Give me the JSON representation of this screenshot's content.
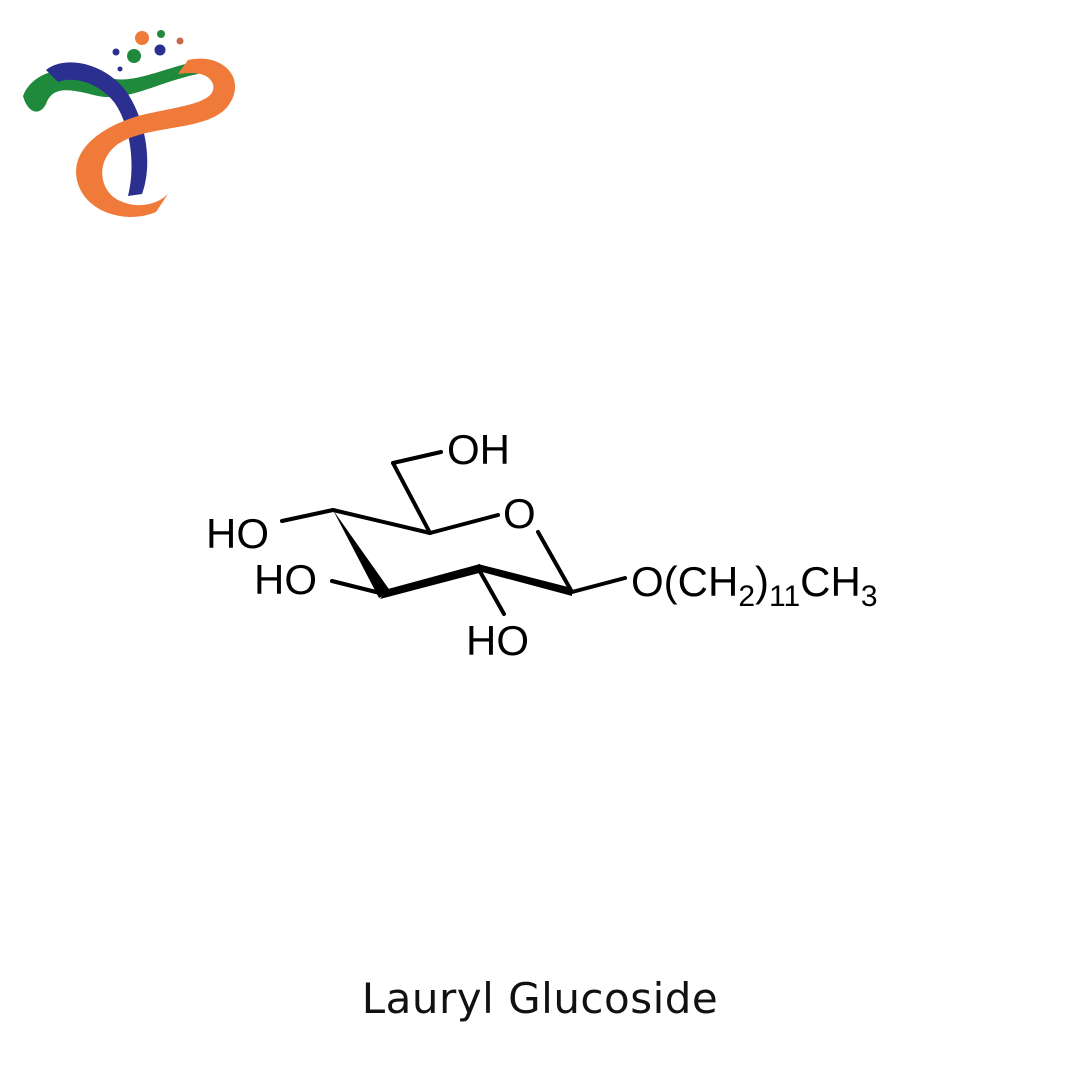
{
  "logo": {
    "icon": "infinity-ribbon-logo-icon",
    "colors": {
      "green": "#1f8a3c",
      "blue": "#2b2f8f",
      "orange": "#f07a3a"
    },
    "dots": [
      {
        "color": "#f07a3a"
      },
      {
        "color": "#1f8a3c"
      },
      {
        "color": "#2b2f8f"
      },
      {
        "color": "#1f8a3c"
      },
      {
        "color": "#2b2f8f"
      },
      {
        "color": "#c9684a"
      },
      {
        "color": "#2b2f8f"
      }
    ]
  },
  "structure": {
    "name": "lauryl-glucoside-structure",
    "labels": {
      "oh_top": "OH",
      "ring_o": "O",
      "ho_c4": "HO",
      "ho_c3": "HO",
      "ho_c2": "HO",
      "chain_o": "O(CH",
      "chain_sub2": "2",
      "chain_paren": ")",
      "chain_sub11": "11",
      "chain_ch": "CH",
      "chain_sub3": "3"
    }
  },
  "caption": "Lauryl Glucoside"
}
